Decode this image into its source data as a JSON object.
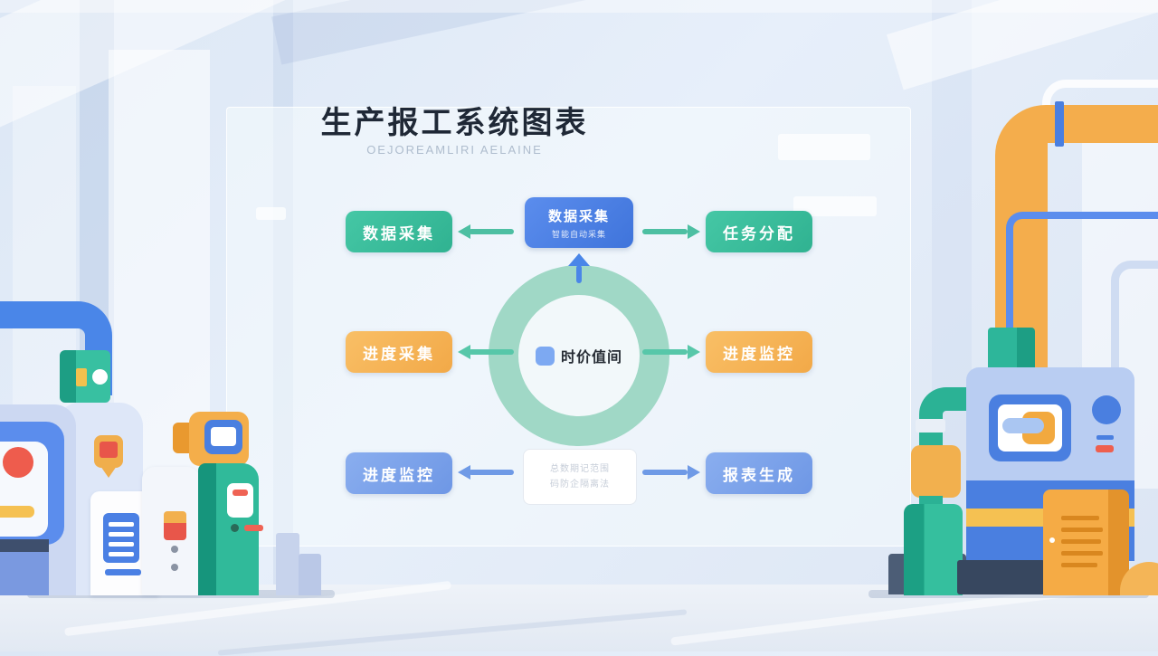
{
  "title": "生产报工系统图表",
  "subtitle": "OEJOREAMLIRI AELAINE",
  "diagram": {
    "hub": {
      "label": "时价值间",
      "icon": "blue-rounded-square"
    },
    "top_node": {
      "title": "数据采集",
      "subtitle": "智能自动采集"
    },
    "bottom_node": {
      "line1": "总数期记范围",
      "line2": "码防企隔离法"
    },
    "left_nodes": [
      {
        "label": "数据采集",
        "variant": "teal"
      },
      {
        "label": "进度采集",
        "variant": "orange"
      },
      {
        "label": "进度监控",
        "variant": "blue"
      }
    ],
    "right_nodes": [
      {
        "label": "任务分配",
        "variant": "teal"
      },
      {
        "label": "进度监控",
        "variant": "orange"
      },
      {
        "label": "报表生成",
        "variant": "blue"
      }
    ]
  },
  "colors": {
    "teal": "#35b795",
    "orange": "#f6b050",
    "light_blue": "#7da4ea",
    "accent_blue": "#4a7fe0",
    "ring": "#a0d8c6",
    "title_text": "#1f2836"
  }
}
